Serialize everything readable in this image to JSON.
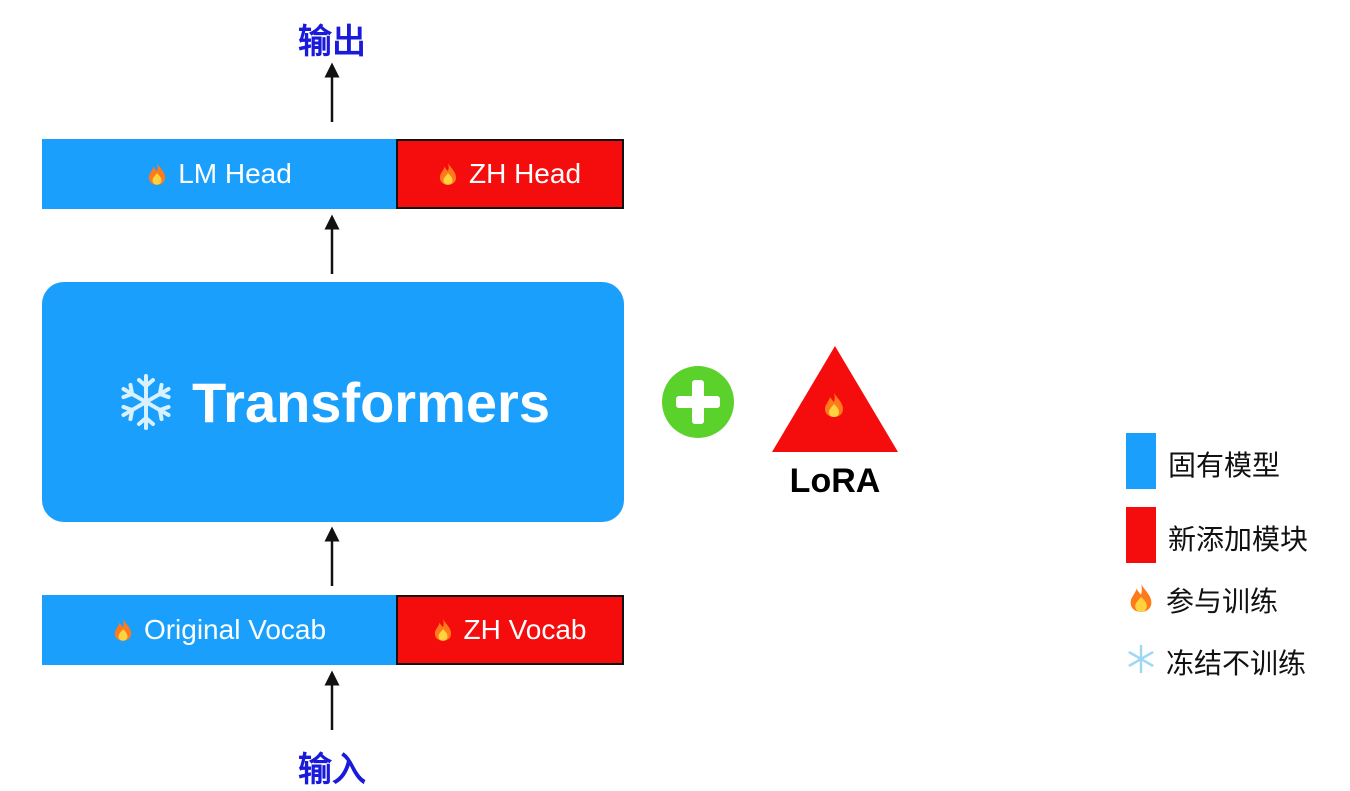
{
  "labels": {
    "output": "输出",
    "input": "输入"
  },
  "heads": {
    "lm_head": "LM Head",
    "zh_head": "ZH Head"
  },
  "core": {
    "title": "Transformers"
  },
  "vocab": {
    "original": "Original Vocab",
    "zh": "ZH Vocab"
  },
  "lora": {
    "label": "LoRA"
  },
  "legend": {
    "existing_model": "固有模型",
    "new_module": "新添加模块",
    "trainable": "参与训练",
    "frozen": "冻结不训练"
  },
  "colors": {
    "existing_blue": "#1aa0fc",
    "new_red": "#f50d0d",
    "plus_green": "#5bd12b",
    "io_text_blue": "#1a1adb"
  },
  "icons": {
    "trainable": "flame-icon",
    "frozen": "snowflake-icon",
    "combine": "plus-circle-icon"
  }
}
